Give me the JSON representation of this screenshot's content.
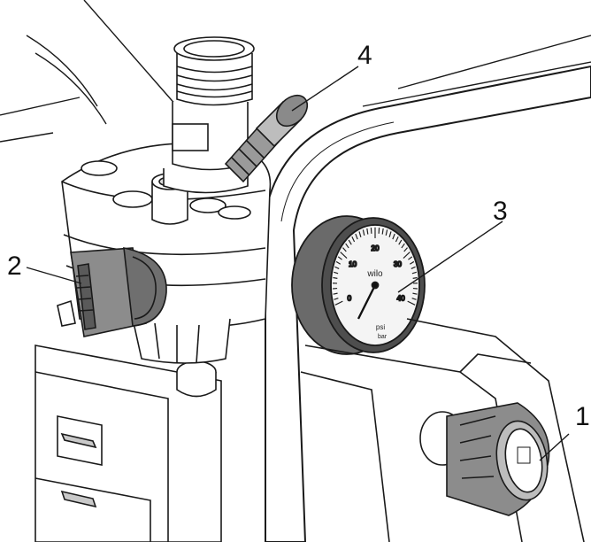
{
  "colors": {
    "line": "#1a1a1a",
    "body_fill": "#ffffff",
    "shade_light": "#cfcfcf",
    "shade_mid": "#9a9a9a",
    "shade_dark": "#555555",
    "dial_face": "#f4f4f4"
  },
  "callouts": [
    {
      "number": "1"
    },
    {
      "number": "2"
    },
    {
      "number": "3"
    },
    {
      "number": "4"
    }
  ],
  "gauge": {
    "brand": "wilo",
    "scale_labels": [
      "0",
      "10",
      "20",
      "30",
      "40"
    ],
    "unit": "psi",
    "unit_secondary": "bar"
  },
  "icons": {
    "relief_valve": "pressure-relief-valve-icon",
    "switch_knob": "pressure-switch-knob-icon",
    "manometer": "pressure-gauge-icon",
    "hose_fitting": "hose-fitting-icon"
  }
}
